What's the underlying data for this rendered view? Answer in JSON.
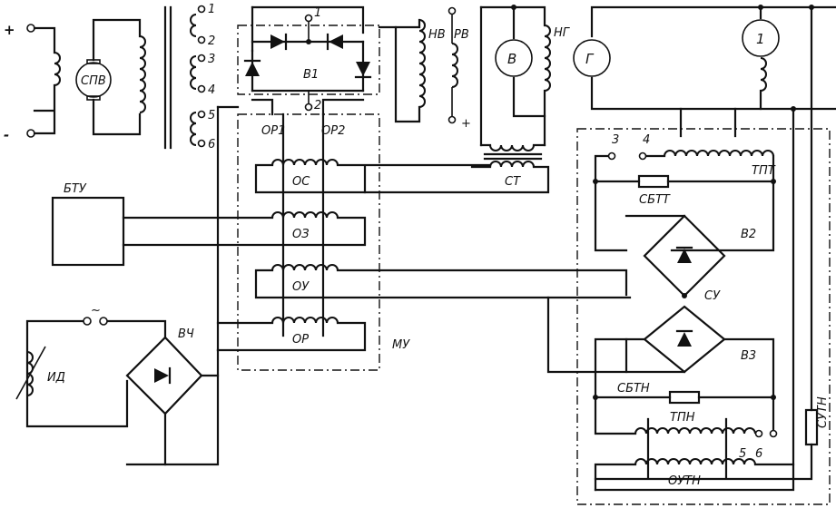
{
  "labels": {
    "plus_sign": "+",
    "minus_sign": "-",
    "spv": "СПВ",
    "t1": "1",
    "t2": "2",
    "t3": "3",
    "t4": "4",
    "t5": "5",
    "t6": "6",
    "v1_top": "1",
    "v1_mid": "2",
    "bridge_v1": "В1",
    "op1": "ОР1",
    "op2": "ОР2",
    "nv": "НВ",
    "rv": "РВ",
    "plus_rv": "+",
    "v_machine": "В",
    "ng": "НГ",
    "g_machine": "Г",
    "motor_1": "1",
    "st": "СТ",
    "os": "ОС",
    "btu": "БТУ",
    "oz": "ОЗ",
    "ou": "ОУ",
    "or": "ОР",
    "mu": "МУ",
    "vch": "ВЧ",
    "id": "ИД",
    "tilde": "~",
    "n3": "3",
    "n4": "4",
    "tpt": "ТПТ",
    "sbtt": "СБТТ",
    "v2": "В2",
    "su": "СУ",
    "v3": "В3",
    "sbtn": "СБТН",
    "tpn": "ТПН",
    "n5": "5",
    "n6": "6",
    "outn": "ОУТН",
    "sutn": "СУТН"
  }
}
